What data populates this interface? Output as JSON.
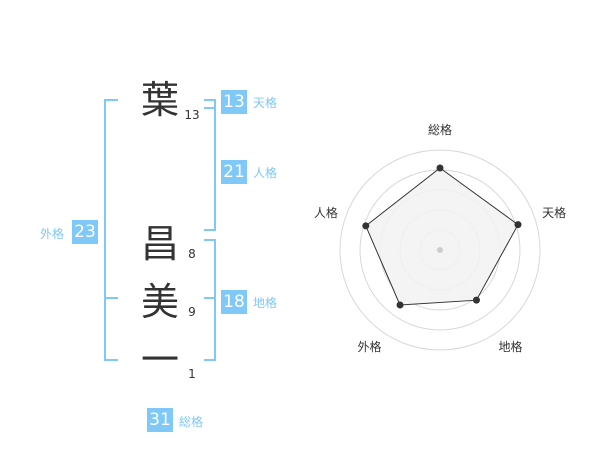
{
  "name": {
    "chars": [
      {
        "char": "葉",
        "strokes": "13"
      },
      {
        "char": "昌",
        "strokes": "8"
      },
      {
        "char": "美",
        "strokes": "9"
      },
      {
        "char": "一",
        "strokes": "1"
      }
    ]
  },
  "fortune": {
    "tenkaku": {
      "value": "13",
      "label": "天格"
    },
    "jinkaku": {
      "value": "21",
      "label": "人格"
    },
    "chikaku": {
      "value": "18",
      "label": "地格"
    },
    "gaikaku": {
      "value": "23",
      "label": "外格"
    },
    "soukaku": {
      "value": "31",
      "label": "総格"
    }
  },
  "colors": {
    "accent": "#7fc8f8",
    "bracket": "#7fc8f8",
    "label": "#7fc8f8",
    "text": "#333333",
    "radar_fill": "#f2f2f2",
    "radar_grid": "#d8d8d8",
    "radar_line": "#333333"
  },
  "chart_data": {
    "type": "radar",
    "axes": [
      "総格",
      "天格",
      "地格",
      "外格",
      "人格"
    ],
    "values": [
      0.82,
      0.82,
      0.62,
      0.68,
      0.78
    ],
    "rings": 4
  }
}
